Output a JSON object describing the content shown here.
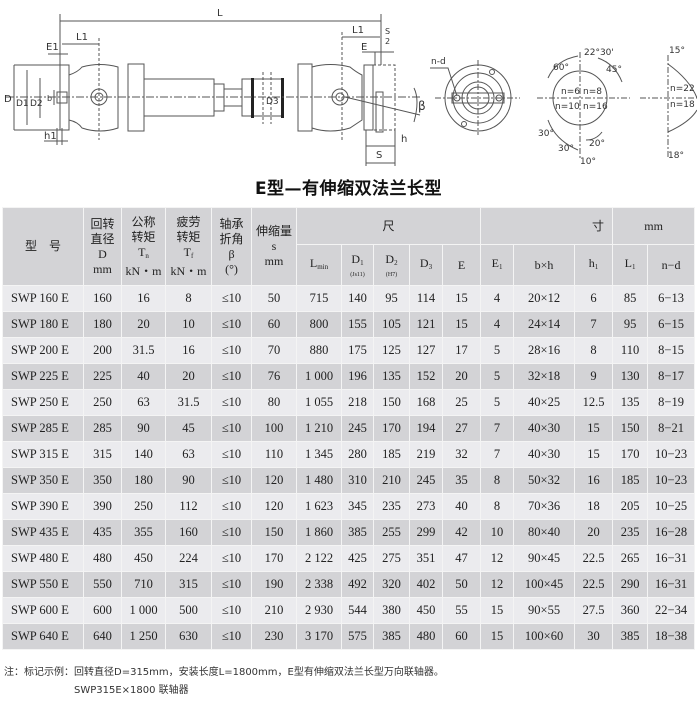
{
  "drawing": {
    "labels": {
      "L": "L",
      "L1_left": "L1",
      "L1_right": "L1",
      "E1": "E1",
      "E": "E",
      "S_half_num": "S",
      "S_half_den": "2",
      "S": "S",
      "h": "h",
      "h1": "h1",
      "D": "D",
      "D1": "D1",
      "D2": "D2",
      "D3": "D3",
      "b": "b",
      "beta": "β",
      "n_d": "n-d"
    },
    "bolt_pattern_a": {
      "angles": [
        "22°30'",
        "60°",
        "45°",
        "30°",
        "30°",
        "20°",
        "10°"
      ],
      "counts": [
        "n=6",
        "n=8",
        "n=10",
        "n=16"
      ]
    },
    "bolt_pattern_b": {
      "angles": [
        "15°",
        "18°"
      ],
      "counts": [
        "n=22",
        "n=18"
      ]
    }
  },
  "title": "E型—有伸缩双法兰长型",
  "table": {
    "header": {
      "model": "型　号",
      "D": {
        "l1": "回转",
        "l2": "直径",
        "sym": "D",
        "unit": "mm"
      },
      "Tn": {
        "l1": "公称",
        "l2": "转矩",
        "sym": "T",
        "sub": "n",
        "unit": "kN・m"
      },
      "Tf": {
        "l1": "疲劳",
        "l2": "转矩",
        "sym": "T",
        "sub": "f",
        "unit": "kN・m"
      },
      "beta": {
        "l1": "轴承",
        "l2": "折角",
        "sym": "β",
        "unit": "(°)"
      },
      "s": {
        "l1": "伸缩量",
        "sym": "s",
        "unit": "mm"
      },
      "group": {
        "a": "尺",
        "b": "寸",
        "unit": "mm"
      },
      "sub": {
        "Lmin": {
          "sym": "L",
          "sub": "min"
        },
        "D1": {
          "sym": "D",
          "sub": "1",
          "tol": "(Js11)"
        },
        "D2": {
          "sym": "D",
          "sub": "2",
          "tol": "(H7)"
        },
        "D3": {
          "sym": "D",
          "sub": "3"
        },
        "E": {
          "sym": "E"
        },
        "E1": {
          "sym": "E",
          "sub": "1"
        },
        "bh": {
          "sym": "b×h"
        },
        "h1": {
          "sym": "h",
          "sub": "1"
        },
        "L1": {
          "sym": "L",
          "sub": "1"
        },
        "nd": {
          "sym": "n−d"
        }
      }
    },
    "rows": [
      {
        "model": "SWP 160 E",
        "D": "160",
        "Tn": "16",
        "Tf": "8",
        "beta": "≤10",
        "s": "50",
        "Lmin": "715",
        "D1": "140",
        "D2": "95",
        "D3": "114",
        "E": "15",
        "E1": "4",
        "bh": "20×12",
        "h1": "6",
        "L1": "85",
        "nd": "6−13"
      },
      {
        "model": "SWP 180 E",
        "D": "180",
        "Tn": "20",
        "Tf": "10",
        "beta": "≤10",
        "s": "60",
        "Lmin": "800",
        "D1": "155",
        "D2": "105",
        "D3": "121",
        "E": "15",
        "E1": "4",
        "bh": "24×14",
        "h1": "7",
        "L1": "95",
        "nd": "6−15"
      },
      {
        "model": "SWP 200 E",
        "D": "200",
        "Tn": "31.5",
        "Tf": "16",
        "beta": "≤10",
        "s": "70",
        "Lmin": "880",
        "D1": "175",
        "D2": "125",
        "D3": "127",
        "E": "17",
        "E1": "5",
        "bh": "28×16",
        "h1": "8",
        "L1": "110",
        "nd": "8−15"
      },
      {
        "model": "SWP 225 E",
        "D": "225",
        "Tn": "40",
        "Tf": "20",
        "beta": "≤10",
        "s": "76",
        "Lmin": "1 000",
        "D1": "196",
        "D2": "135",
        "D3": "152",
        "E": "20",
        "E1": "5",
        "bh": "32×18",
        "h1": "9",
        "L1": "130",
        "nd": "8−17"
      },
      {
        "model": "SWP 250 E",
        "D": "250",
        "Tn": "63",
        "Tf": "31.5",
        "beta": "≤10",
        "s": "80",
        "Lmin": "1 055",
        "D1": "218",
        "D2": "150",
        "D3": "168",
        "E": "25",
        "E1": "5",
        "bh": "40×25",
        "h1": "12.5",
        "L1": "135",
        "nd": "8−19"
      },
      {
        "model": "SWP 285 E",
        "D": "285",
        "Tn": "90",
        "Tf": "45",
        "beta": "≤10",
        "s": "100",
        "Lmin": "1 210",
        "D1": "245",
        "D2": "170",
        "D3": "194",
        "E": "27",
        "E1": "7",
        "bh": "40×30",
        "h1": "15",
        "L1": "150",
        "nd": "8−21"
      },
      {
        "model": "SWP 315 E",
        "D": "315",
        "Tn": "140",
        "Tf": "63",
        "beta": "≤10",
        "s": "110",
        "Lmin": "1 345",
        "D1": "280",
        "D2": "185",
        "D3": "219",
        "E": "32",
        "E1": "7",
        "bh": "40×30",
        "h1": "15",
        "L1": "170",
        "nd": "10−23"
      },
      {
        "model": "SWP 350 E",
        "D": "350",
        "Tn": "180",
        "Tf": "90",
        "beta": "≤10",
        "s": "120",
        "Lmin": "1 480",
        "D1": "310",
        "D2": "210",
        "D3": "245",
        "E": "35",
        "E1": "8",
        "bh": "50×32",
        "h1": "16",
        "L1": "185",
        "nd": "10−23"
      },
      {
        "model": "SWP 390 E",
        "D": "390",
        "Tn": "250",
        "Tf": "112",
        "beta": "≤10",
        "s": "120",
        "Lmin": "1 623",
        "D1": "345",
        "D2": "235",
        "D3": "273",
        "E": "40",
        "E1": "8",
        "bh": "70×36",
        "h1": "18",
        "L1": "205",
        "nd": "10−25"
      },
      {
        "model": "SWP 435 E",
        "D": "435",
        "Tn": "355",
        "Tf": "160",
        "beta": "≤10",
        "s": "150",
        "Lmin": "1 860",
        "D1": "385",
        "D2": "255",
        "D3": "299",
        "E": "42",
        "E1": "10",
        "bh": "80×40",
        "h1": "20",
        "L1": "235",
        "nd": "16−28"
      },
      {
        "model": "SWP 480 E",
        "D": "480",
        "Tn": "450",
        "Tf": "224",
        "beta": "≤10",
        "s": "170",
        "Lmin": "2 122",
        "D1": "425",
        "D2": "275",
        "D3": "351",
        "E": "47",
        "E1": "12",
        "bh": "90×45",
        "h1": "22.5",
        "L1": "265",
        "nd": "16−31"
      },
      {
        "model": "SWP 550 E",
        "D": "550",
        "Tn": "710",
        "Tf": "315",
        "beta": "≤10",
        "s": "190",
        "Lmin": "2 338",
        "D1": "492",
        "D2": "320",
        "D3": "402",
        "E": "50",
        "E1": "12",
        "bh": "100×45",
        "h1": "22.5",
        "L1": "290",
        "nd": "16−31"
      },
      {
        "model": "SWP 600 E",
        "D": "600",
        "Tn": "1 000",
        "Tf": "500",
        "beta": "≤10",
        "s": "210",
        "Lmin": "2 930",
        "D1": "544",
        "D2": "380",
        "D3": "450",
        "E": "55",
        "E1": "15",
        "bh": "90×55",
        "h1": "27.5",
        "L1": "360",
        "nd": "22−34"
      },
      {
        "model": "SWP 640 E",
        "D": "640",
        "Tn": "1 250",
        "Tf": "630",
        "beta": "≤10",
        "s": "230",
        "Lmin": "3 170",
        "D1": "575",
        "D2": "385",
        "D3": "480",
        "E": "60",
        "E1": "15",
        "bh": "100×60",
        "h1": "30",
        "L1": "385",
        "nd": "18−38"
      }
    ]
  },
  "note": {
    "line1": "注：标记示例：回转直径D=315mm，安装长度L=1800mm，E型有伸缩双法兰长型万向联轴器。",
    "line2": "SWP315E×1800 联轴器"
  }
}
